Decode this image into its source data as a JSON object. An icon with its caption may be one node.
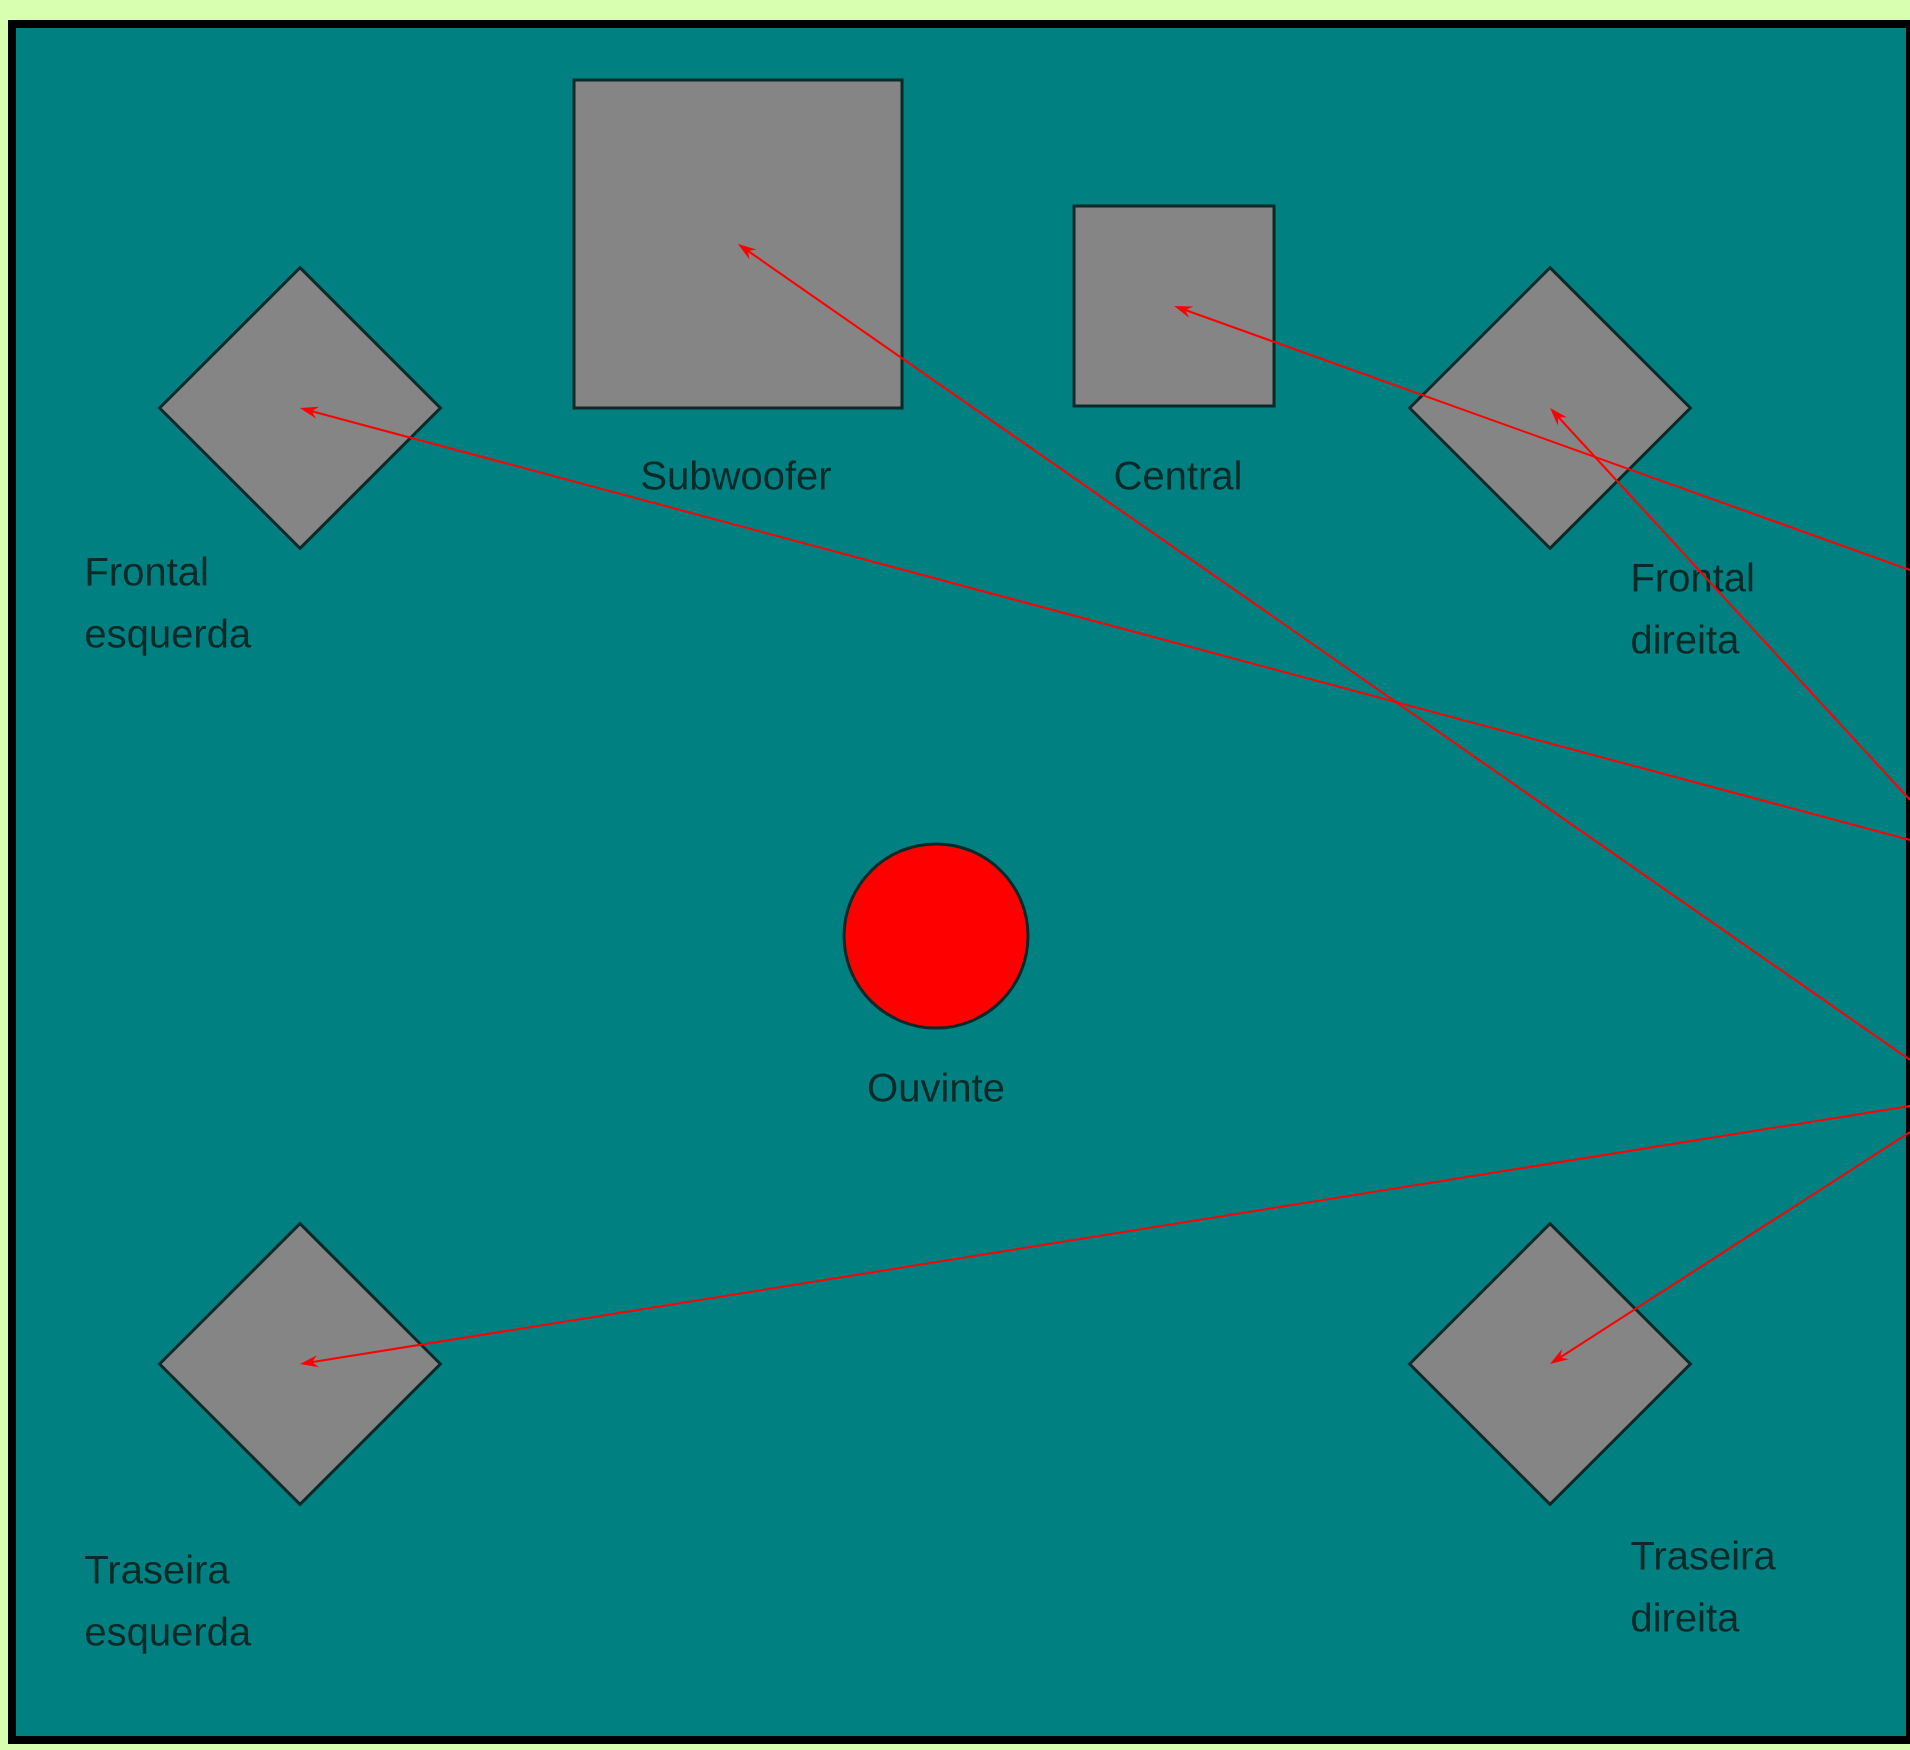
{
  "diagram": {
    "nodes": [
      {
        "text": [
          "Frontal esquerda"
        ]
      },
      {
        "text": [
          "Subwoofer"
        ]
      },
      {
        "text": [
          "Central"
        ]
      },
      {
        "text": [
          "Frontal direita"
        ]
      },
      {
        "text": [
          "Ouvinte"
        ]
      },
      {
        "text": [
          "Traseira esquerda"
        ]
      },
      {
        "text": [
          "Traseira direita"
        ]
      }
    ],
    "edges": [
      {
        "from": null,
        "to": 2,
        "arrow": "to"
      },
      {
        "from": null,
        "to": 3,
        "arrow": "to"
      },
      {
        "from": null,
        "to": 0,
        "arrow": "to"
      },
      {
        "from": null,
        "to": 1,
        "arrow": "to"
      },
      {
        "from": null,
        "to": 5,
        "arrow": "to"
      },
      {
        "from": null,
        "to": 6,
        "arrow": "to"
      }
    ]
  }
}
